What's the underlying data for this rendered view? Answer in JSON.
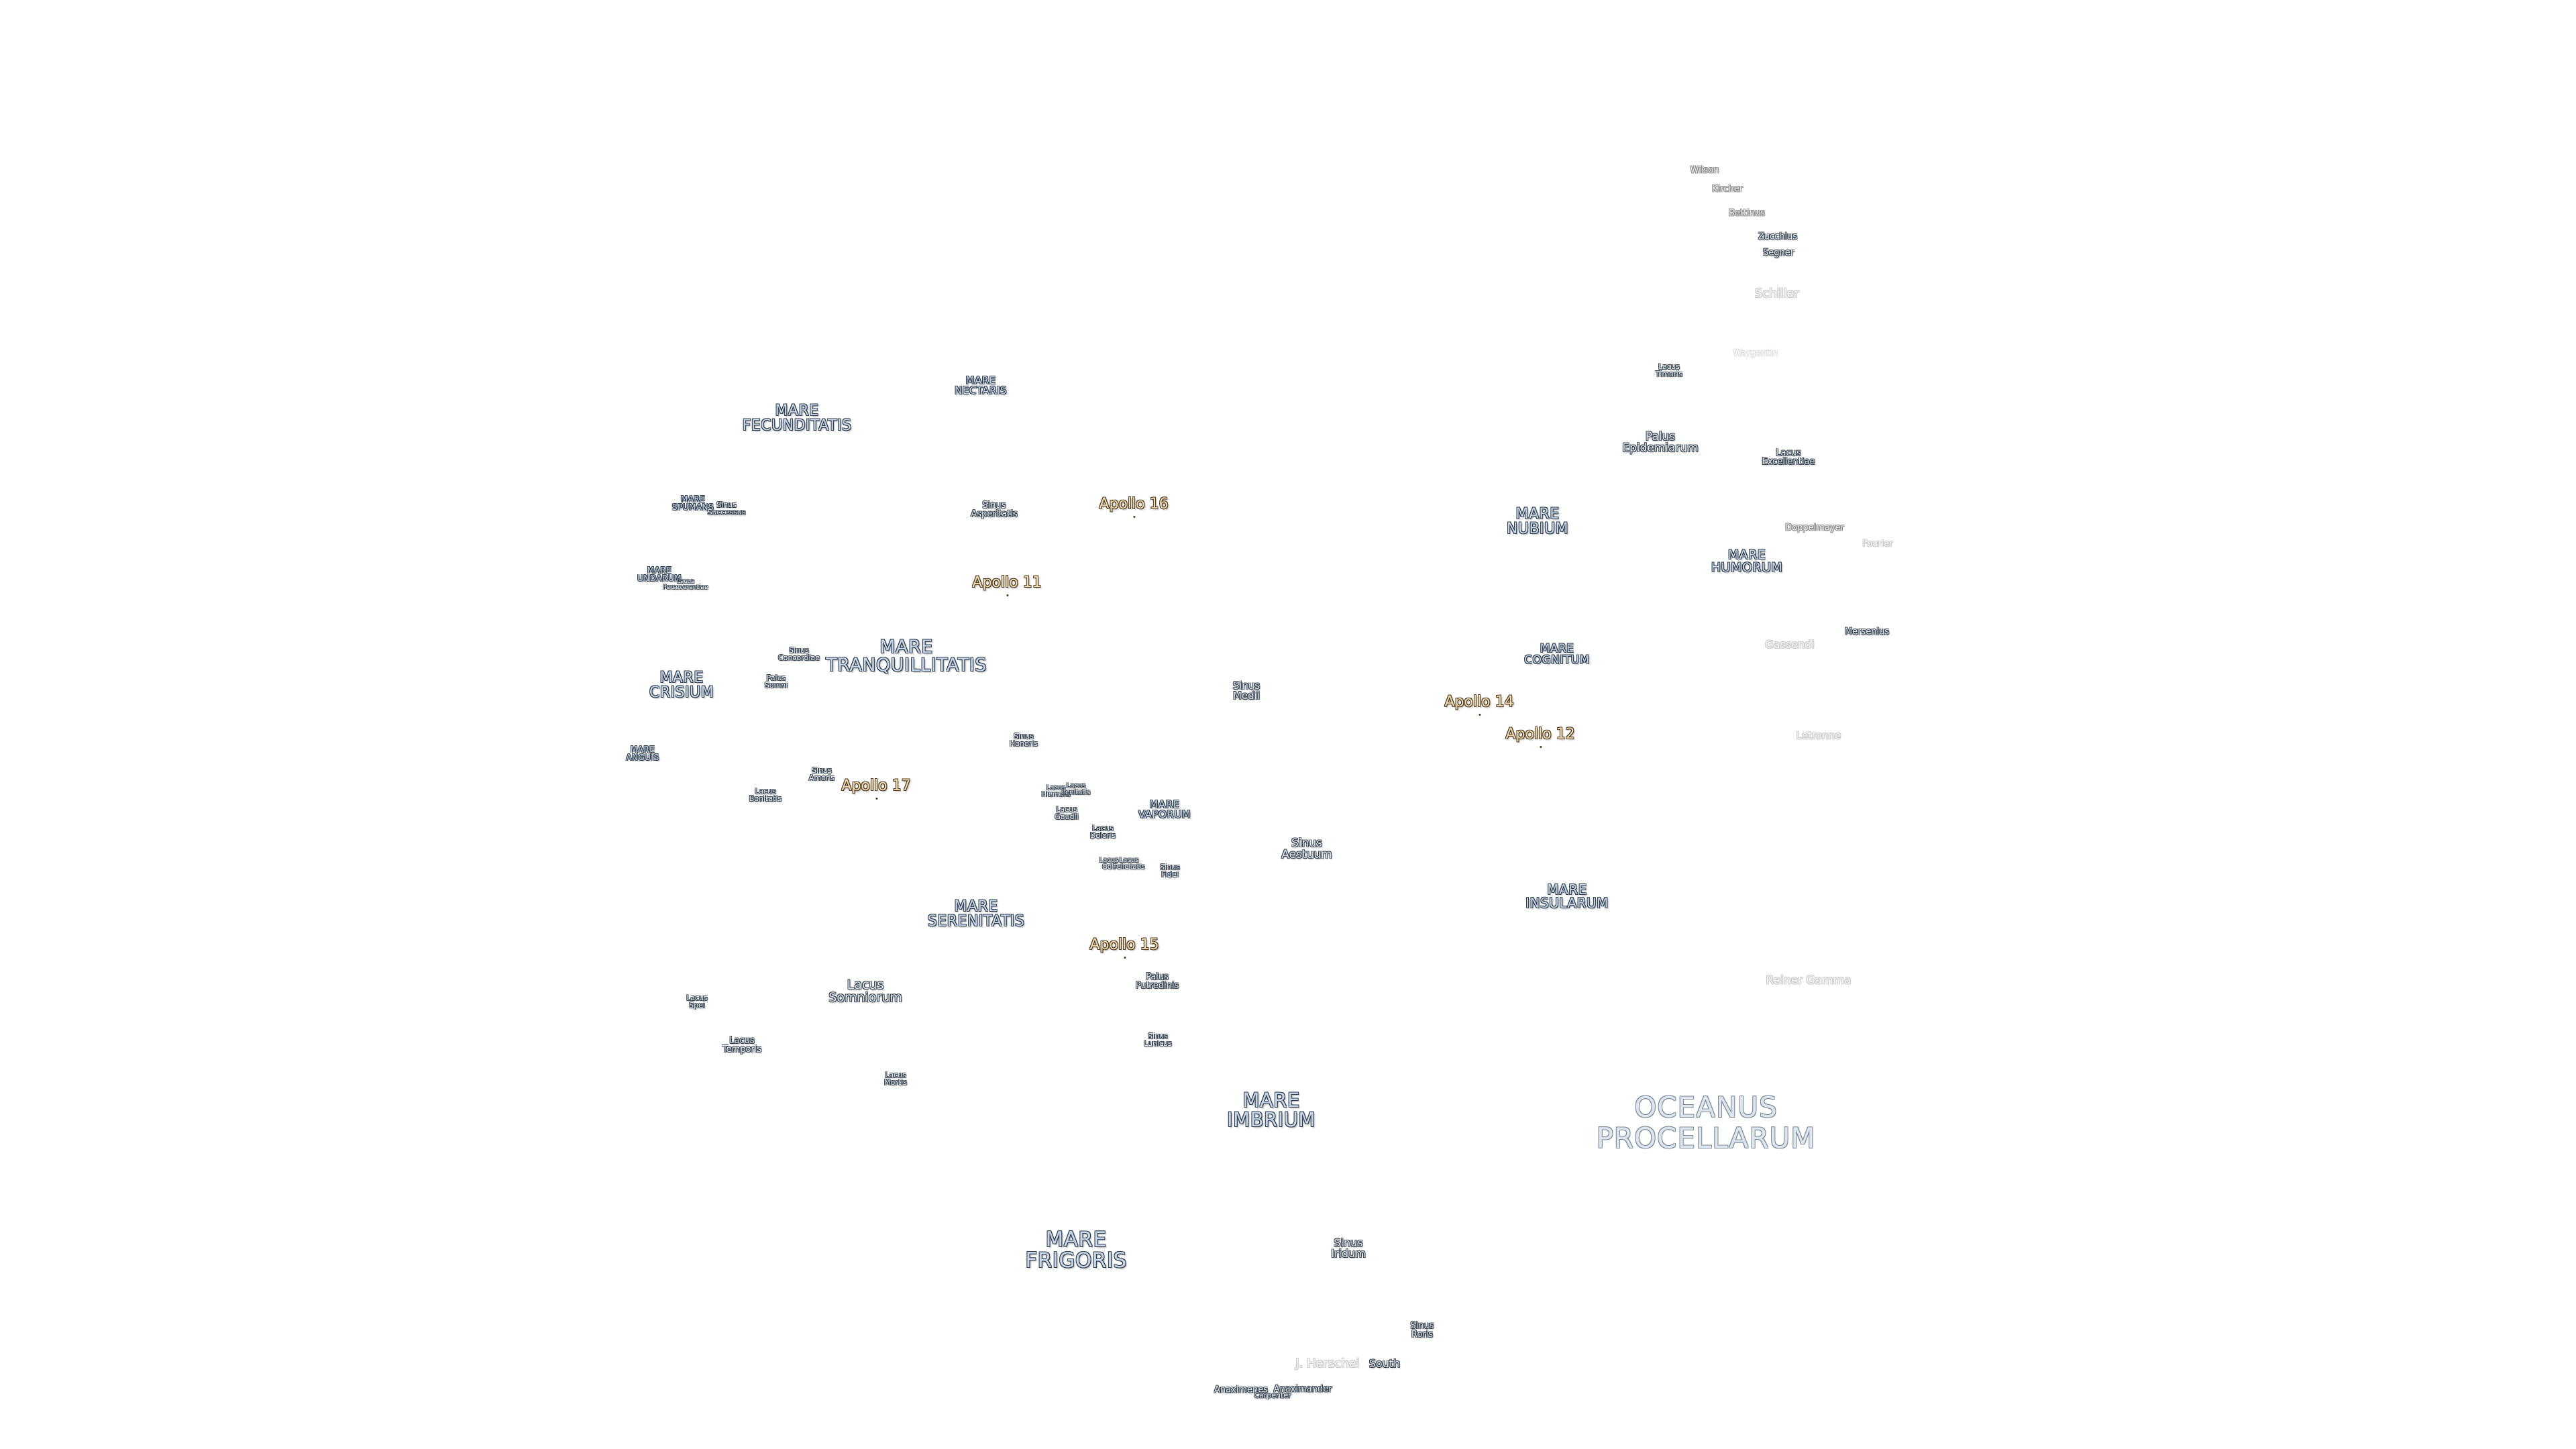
{
  "map_labels": {
    "mare_fecunditatis": [
      "MARE",
      "FECUNDITATIS"
    ],
    "mare_nectaris": [
      "MARE",
      "NECTARIS"
    ],
    "mare_spumans": [
      "MARE",
      "SPUMANS"
    ],
    "sinus_successus": [
      "Sinus",
      "Successus"
    ],
    "sinus_asperitatis": [
      "Sinus",
      "Asperitatis"
    ],
    "apollo_16": "Apollo 16",
    "mare_undarum": [
      "MARE",
      "UNDARUM"
    ],
    "lacus_perseverantiae": [
      "Lacus",
      "Perseverantiae"
    ],
    "apollo_11": "Apollo 11",
    "sinus_concordiae": [
      "Sinus",
      "Concordiae"
    ],
    "mare_tranquillitatis": [
      "MARE",
      "TRANQUILLITATIS"
    ],
    "mare_crisium": [
      "MARE",
      "CRISIUM"
    ],
    "palus_somni": [
      "Palus",
      "Somni"
    ],
    "mare_anguis": [
      "MARE",
      "ANGUIS"
    ],
    "sinus_amoris": [
      "Sinus",
      "Amoris"
    ],
    "apollo_17": "Apollo 17",
    "lacus_bonitatis": [
      "Lacus",
      "Bonitatis"
    ],
    "sinus_honoris": [
      "Sinus",
      "Honoris"
    ],
    "lacus_hiemalis": [
      "Lacus",
      "Hiemalis"
    ],
    "lacus_lenitatis": [
      "Lacus",
      "Lenitatis"
    ],
    "lacus_gaudii": [
      "Lacus",
      "Gaudii"
    ],
    "lacus_doloris": [
      "Lacus",
      "Doloris"
    ],
    "mare_vaporum": [
      "MARE",
      "VAPORUM"
    ],
    "lacus_odii": [
      "Lacus",
      "Odii"
    ],
    "lacus_felicitatis": [
      "Lacus",
      "Felicitatis"
    ],
    "sinus_fidei": [
      "Sinus",
      "Fidei"
    ],
    "sinus_medii": [
      "Sinus",
      "Medii"
    ],
    "sinus_aestuum": [
      "Sinus",
      "Aestuum"
    ],
    "mare_serenitatis": [
      "MARE",
      "SERENITATIS"
    ],
    "apollo_15": "Apollo 15",
    "palus_putredinis": [
      "Palus",
      "Putredinis"
    ],
    "lacus_spei": [
      "Lacus",
      "Spei"
    ],
    "lacus_somniorum": [
      "Lacus",
      "Somniorum"
    ],
    "lacus_temporis": [
      "Lacus",
      "Temporis"
    ],
    "sinus_lunicus": [
      "Sinus",
      "Lunicus"
    ],
    "lacus_mortis": [
      "Lacus",
      "Mortis"
    ],
    "mare_imbrium": [
      "MARE",
      "IMBRIUM"
    ],
    "mare_frigoris": [
      "MARE",
      "FRIGORIS"
    ],
    "sinus_iridum": [
      "Sinus",
      "Iridum"
    ],
    "sinus_roris": [
      "Sinus",
      "Roris"
    ],
    "j_herschel": "J. Herschel",
    "south": "South",
    "anaximenes": "Anaximenes",
    "anaximander": "Anaximander",
    "carpenter": "Carpenter",
    "wilson": "Wilson",
    "kircher": "Kircher",
    "bettinus": "Bettinus",
    "zucchius": "Zucchius",
    "segner": "Segner",
    "schiller": "Schiller",
    "wargentin": "Wargentin",
    "lacus_timoris": [
      "Lacus",
      "Timoris"
    ],
    "palus_epidemiarum": [
      "Palus",
      "Epidemiarum"
    ],
    "lacus_excellentiae": [
      "Lacus",
      "Excellentiae"
    ],
    "mare_nubium": [
      "MARE",
      "NUBIUM"
    ],
    "doppelmayer": "Doppelmayer",
    "fourier": "Fourier",
    "mare_humorum": [
      "MARE",
      "HUMORUM"
    ],
    "mersenius": "Mersenius",
    "gassendi": "Gassendi",
    "mare_cognitum": [
      "MARE",
      "COGNITUM"
    ],
    "apollo_14": "Apollo 14",
    "apollo_12": "Apollo 12",
    "letronne": "Letronne",
    "mare_insularum": [
      "MARE",
      "INSULARUM"
    ],
    "reiner_gamma": "Reiner Gamma",
    "oceanus_procellarum": [
      "OCEANUS",
      "PROCELLARUM"
    ]
  }
}
